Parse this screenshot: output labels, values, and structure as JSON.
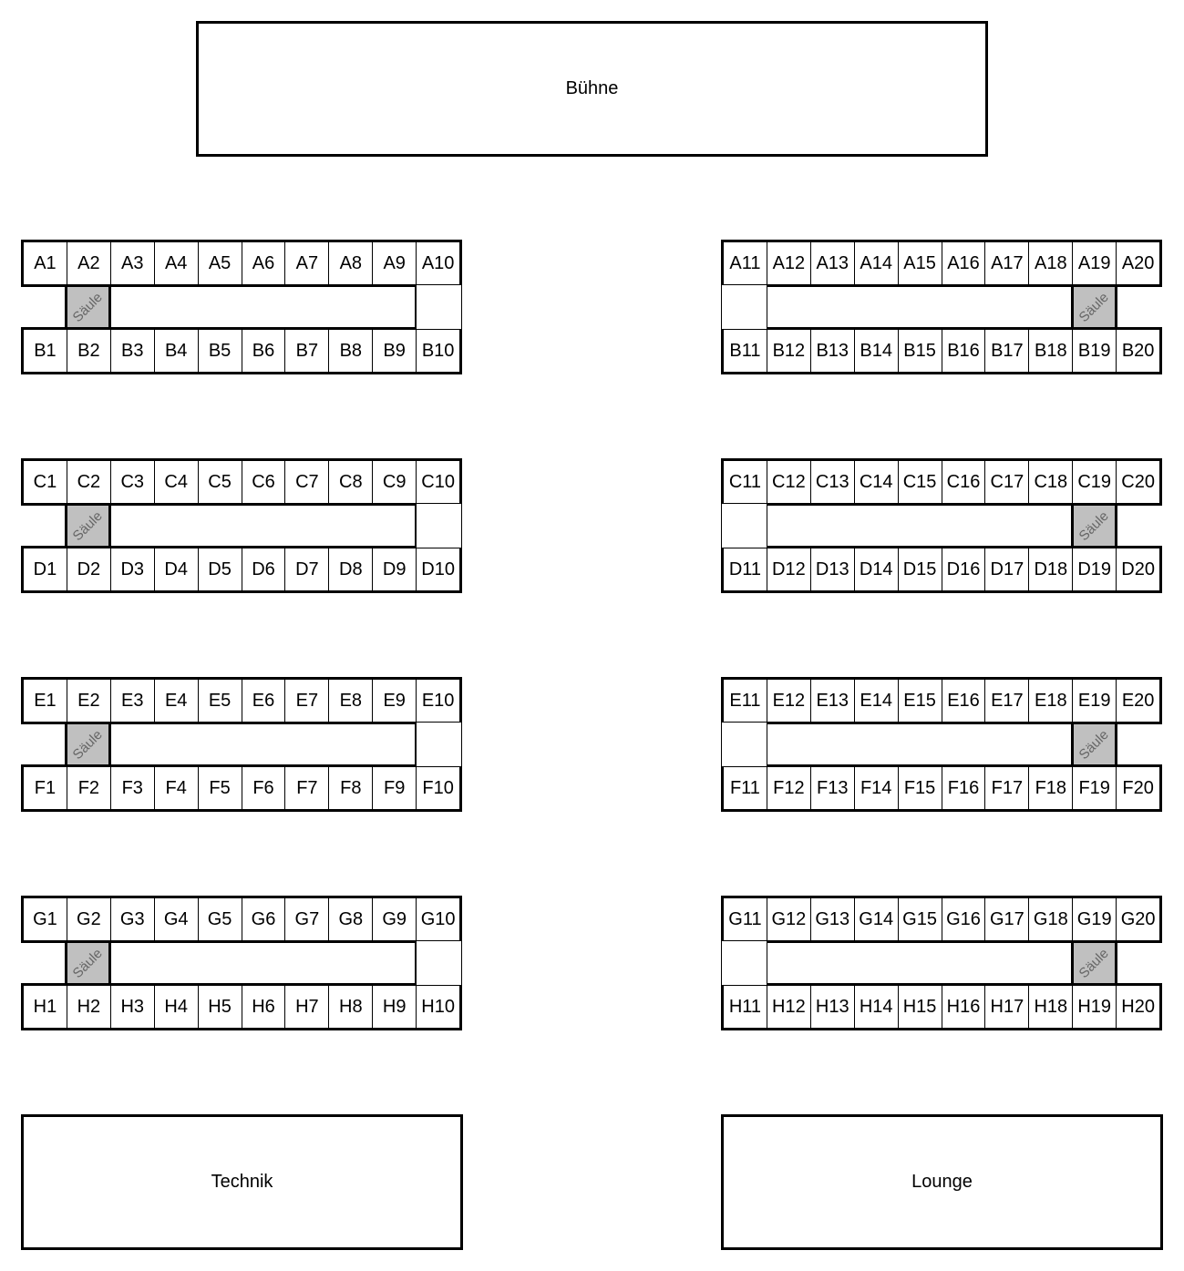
{
  "rooms": {
    "stage": "Bühne",
    "technik": "Technik",
    "lounge": "Lounge"
  },
  "pillar_label": "Säule",
  "colors": {
    "pillar": "#c0c0c0",
    "pillar_text": "#666666",
    "line": "#000000"
  },
  "blocks": [
    {
      "top_row": [
        "A1",
        "A2",
        "A3",
        "A4",
        "A5",
        "A6",
        "A7",
        "A8",
        "A9",
        "A10"
      ],
      "bottom_row": [
        "B1",
        "B2",
        "B3",
        "B4",
        "B5",
        "B6",
        "B7",
        "B8",
        "B9",
        "B10"
      ]
    },
    {
      "top_row": [
        "A11",
        "A12",
        "A13",
        "A14",
        "A15",
        "A16",
        "A17",
        "A18",
        "A19",
        "A20"
      ],
      "bottom_row": [
        "B11",
        "B12",
        "B13",
        "B14",
        "B15",
        "B16",
        "B17",
        "B18",
        "B19",
        "B20"
      ]
    },
    {
      "top_row": [
        "C1",
        "C2",
        "C3",
        "C4",
        "C5",
        "C6",
        "C7",
        "C8",
        "C9",
        "C10"
      ],
      "bottom_row": [
        "D1",
        "D2",
        "D3",
        "D4",
        "D5",
        "D6",
        "D7",
        "D8",
        "D9",
        "D10"
      ]
    },
    {
      "top_row": [
        "C11",
        "C12",
        "C13",
        "C14",
        "C15",
        "C16",
        "C17",
        "C18",
        "C19",
        "C20"
      ],
      "bottom_row": [
        "D11",
        "D12",
        "D13",
        "D14",
        "D15",
        "D16",
        "D17",
        "D18",
        "D19",
        "D20"
      ]
    },
    {
      "top_row": [
        "E1",
        "E2",
        "E3",
        "E4",
        "E5",
        "E6",
        "E7",
        "E8",
        "E9",
        "E10"
      ],
      "bottom_row": [
        "F1",
        "F2",
        "F3",
        "F4",
        "F5",
        "F6",
        "F7",
        "F8",
        "F9",
        "F10"
      ]
    },
    {
      "top_row": [
        "E11",
        "E12",
        "E13",
        "E14",
        "E15",
        "E16",
        "E17",
        "E18",
        "E19",
        "E20"
      ],
      "bottom_row": [
        "F11",
        "F12",
        "F13",
        "F14",
        "F15",
        "F16",
        "F17",
        "F18",
        "F19",
        "F20"
      ]
    },
    {
      "top_row": [
        "G1",
        "G2",
        "G3",
        "G4",
        "G5",
        "G6",
        "G7",
        "G8",
        "G9",
        "G10"
      ],
      "bottom_row": [
        "H1",
        "H2",
        "H3",
        "H4",
        "H5",
        "H6",
        "H7",
        "H8",
        "H9",
        "H10"
      ]
    },
    {
      "top_row": [
        "G11",
        "G12",
        "G13",
        "G14",
        "G15",
        "G16",
        "G17",
        "G18",
        "G19",
        "G20"
      ],
      "bottom_row": [
        "H11",
        "H12",
        "H13",
        "H14",
        "H15",
        "H16",
        "H17",
        "H18",
        "H19",
        "H20"
      ]
    }
  ]
}
